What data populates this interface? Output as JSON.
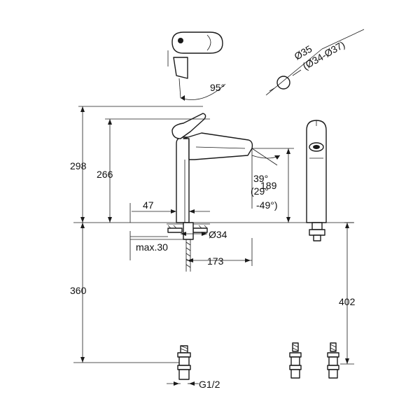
{
  "dimensions": {
    "handle_angle": "95°",
    "diameter_hole": "Ø35",
    "diameter_range": "(Ø34-Ø37)",
    "total_height": "298",
    "spout_height": "266",
    "spout_angle": "39°",
    "spout_angle_range_1": "(29°",
    "spout_angle_range_2": "-49°)",
    "outlet_height": "189",
    "offset_47": "47",
    "mount_diameter": "Ø34",
    "max_thickness": "max.30",
    "projection": "173",
    "hose_length_left": "360",
    "hose_length_right": "402",
    "connection_thread": "G1/2"
  }
}
